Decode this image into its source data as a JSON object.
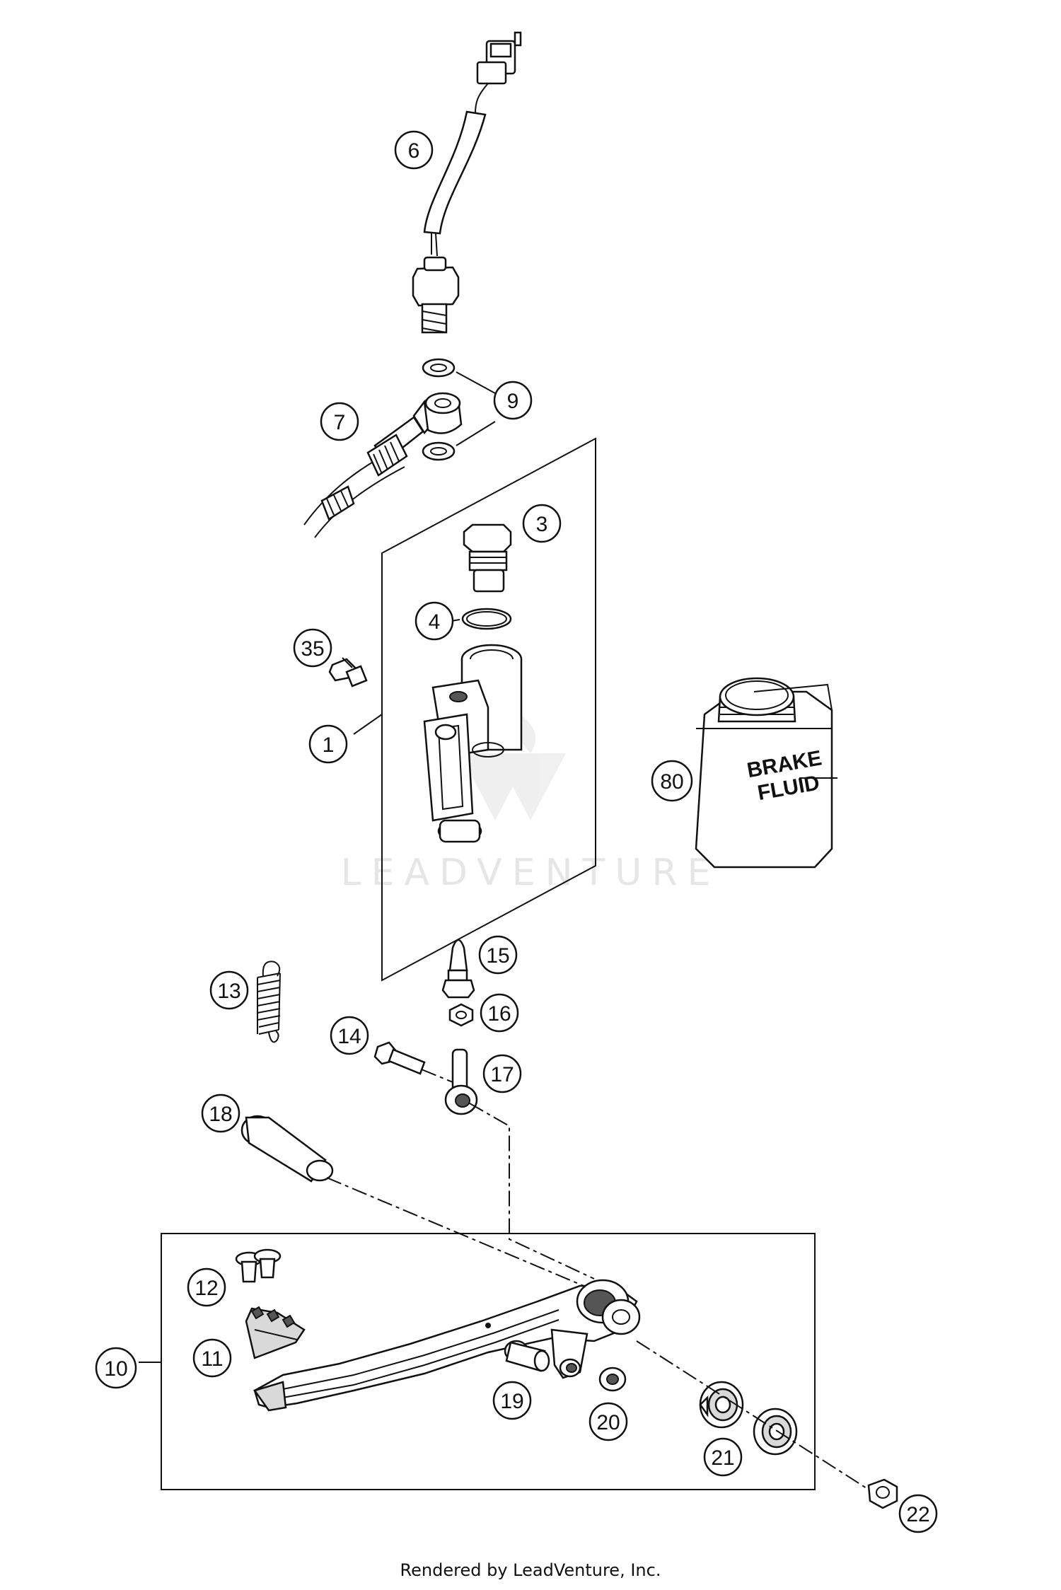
{
  "diagram": {
    "callouts": [
      "6",
      "9",
      "7",
      "3",
      "4",
      "35",
      "1",
      "80",
      "15",
      "13",
      "16",
      "14",
      "17",
      "18",
      "12",
      "11",
      "10",
      "19",
      "20",
      "21",
      "22"
    ],
    "can_label_line1": "BRAKE",
    "can_label_line2": "FLUID"
  },
  "watermark": "LEADVENTURE",
  "footer": "Rendered by LeadVenture, Inc."
}
